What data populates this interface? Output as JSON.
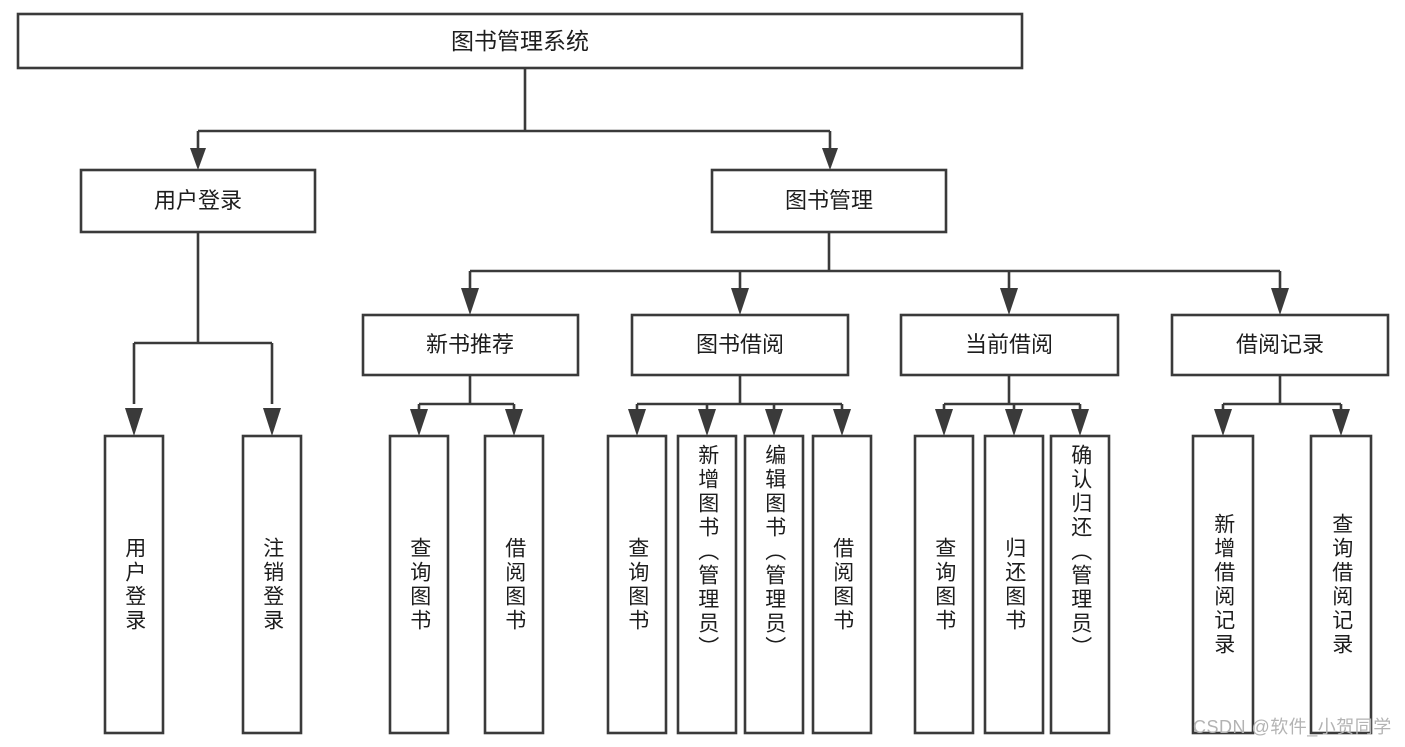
{
  "diagram": {
    "type": "hierarchy-tree",
    "title": "图书管理系统",
    "watermark": "CSDN @软件_小贺同学",
    "colors": {
      "stroke": "#3a3a3a",
      "fill": "#ffffff",
      "text": "#1d1d1d",
      "watermark": "#b3b3b3"
    },
    "levels": [
      {
        "level": 1,
        "orientation": "horizontal"
      },
      {
        "level": 2,
        "orientation": "horizontal"
      },
      {
        "level": 3,
        "orientation": "horizontal"
      },
      {
        "level": 4,
        "orientation": "vertical-text"
      }
    ],
    "root": {
      "label": "图书管理系统",
      "children": [
        {
          "label": "用户登录",
          "children": [
            {
              "label": "用户登录"
            },
            {
              "label": "注销登录"
            }
          ]
        },
        {
          "label": "图书管理",
          "children": [
            {
              "label": "新书推荐",
              "children": [
                {
                  "label": "查询图书"
                },
                {
                  "label": "借阅图书"
                }
              ]
            },
            {
              "label": "图书借阅",
              "children": [
                {
                  "label": "查询图书"
                },
                {
                  "label": "新增图书（管理员）"
                },
                {
                  "label": "编辑图书（管理员）"
                },
                {
                  "label": "借阅图书"
                }
              ]
            },
            {
              "label": "当前借阅",
              "children": [
                {
                  "label": "查询图书"
                },
                {
                  "label": "归还图书"
                },
                {
                  "label": "确认归还（管理员）"
                }
              ]
            },
            {
              "label": "借阅记录",
              "children": [
                {
                  "label": "新增借阅记录"
                },
                {
                  "label": "查询借阅记录"
                }
              ]
            }
          ]
        }
      ]
    },
    "nodes": {
      "root": "图书管理系统",
      "l2_user_login": "用户登录",
      "l2_book_mgmt": "图书管理",
      "l3_new_book_rec": "新书推荐",
      "l3_book_borrow": "图书借阅",
      "l3_current_borrow": "当前借阅",
      "l3_borrow_record": "借阅记录",
      "leaf_user_login": "用户登录",
      "leaf_logout": "注销登录",
      "leaf_query_book_a": "查询图书",
      "leaf_borrow_book_a": "借阅图书",
      "leaf_query_book_b": "查询图书",
      "leaf_add_book": "新增图书（管理员）",
      "leaf_edit_book": "编辑图书（管理员）",
      "leaf_borrow_book_b": "借阅图书",
      "leaf_query_book_c": "查询图书",
      "leaf_return_book": "归还图书",
      "leaf_confirm_return": "确认归还（管理员）",
      "leaf_add_record": "新增借阅记录",
      "leaf_query_record": "查询借阅记录"
    }
  }
}
